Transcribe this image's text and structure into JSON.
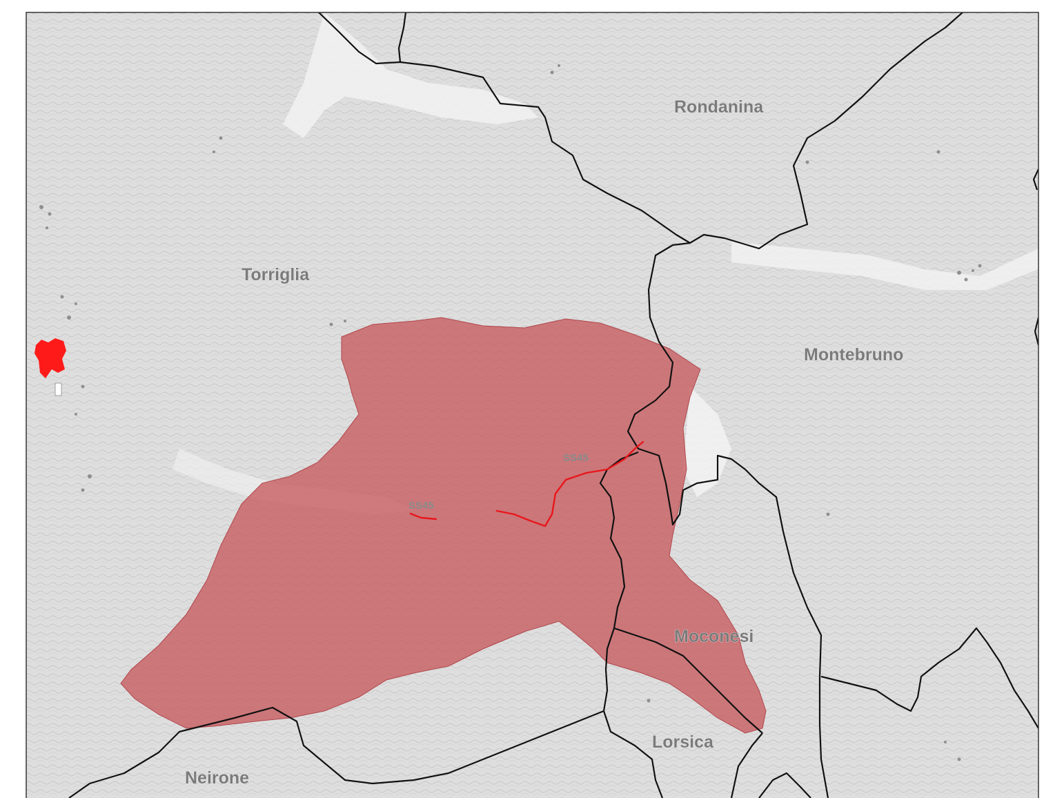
{
  "map": {
    "places": [
      {
        "id": "rondanina",
        "label": "Rondanina"
      },
      {
        "id": "torriglia",
        "label": "Torriglia"
      },
      {
        "id": "montebruno",
        "label": "Montebruno"
      },
      {
        "id": "moconesi",
        "label": "Moconesi"
      },
      {
        "id": "lorsica",
        "label": "Lorsica"
      },
      {
        "id": "neirone",
        "label": "Neirone"
      }
    ],
    "roads": [
      {
        "id": "ss45-east",
        "label": "SS45"
      },
      {
        "id": "ss45-west",
        "label": "SS45"
      }
    ],
    "colors": {
      "background": "#dedede",
      "contour": "#bdbdbd",
      "valley": "#f2f2f2",
      "boundary": "#111111",
      "zone_fill": "#c65a5e",
      "road": "#e8161b",
      "settlement": "#ff1a1a"
    }
  }
}
